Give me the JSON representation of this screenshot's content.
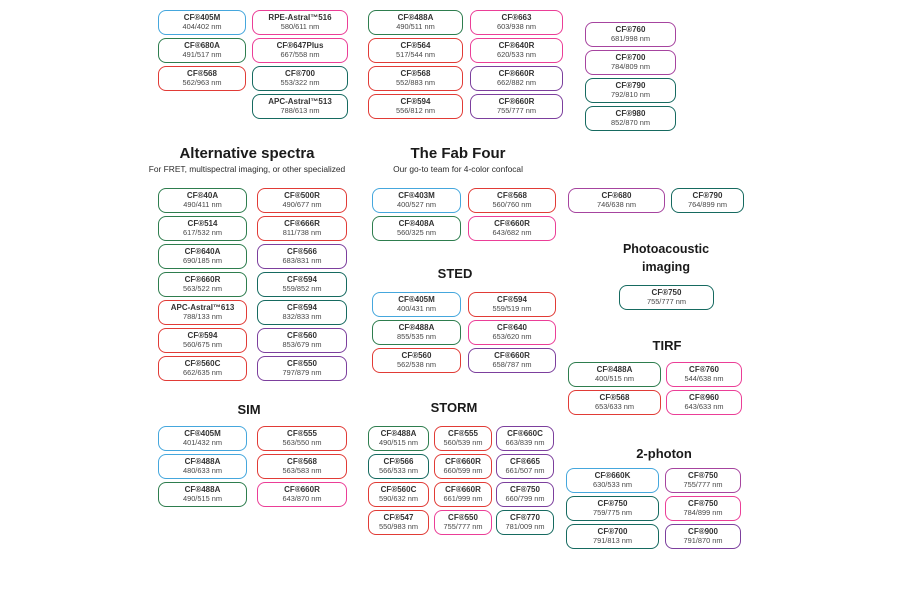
{
  "palette": {
    "blue": "#45a7dd",
    "green": "#2e7d4e",
    "red": "#e13b36",
    "pink": "#eb3e97",
    "teal": "#166a60",
    "purple": "#7c3f9d",
    "violet": "#a6449f"
  },
  "headers": {
    "alternative": {
      "title": "Alternative spectra",
      "subtitle": "For FRET, multispectral imaging, or other specialized"
    },
    "fabfour": {
      "title": "The Fab Four",
      "subtitle": "Our go-to team for 4-color confocal"
    },
    "sted": {
      "title": "STED"
    },
    "sim": {
      "title": "SIM"
    },
    "storm": {
      "title": "STORM"
    },
    "photoacoustic": {
      "title": "Photoacoustic imaging"
    },
    "tirf": {
      "title": "TIRF"
    },
    "twophoton": {
      "title": "2-photon"
    }
  },
  "columns": {
    "top1": [
      {
        "name": "CF®405M",
        "value": "404/402 nm",
        "color": "blue"
      },
      {
        "name": "CF®680A",
        "value": "491/517 nm",
        "color": "green"
      },
      {
        "name": "CF®568",
        "value": "562/963 nm",
        "color": "red"
      }
    ],
    "top2": [
      {
        "name": "RPE-Astral™516",
        "value": "580/611 nm",
        "color": "pink"
      },
      {
        "name": "CF®647Plus",
        "value": "667/558 nm",
        "color": "pink"
      },
      {
        "name": "CF®700",
        "value": "553/322 nm",
        "color": "teal"
      },
      {
        "name": "APC-Astral™513",
        "value": "788/613 nm",
        "color": "teal"
      }
    ],
    "top3": [
      {
        "name": "CF®488A",
        "value": "490/511 nm",
        "color": "green"
      },
      {
        "name": "CF®564",
        "value": "517/544 nm",
        "color": "red"
      },
      {
        "name": "CF®568",
        "value": "552/883 nm",
        "color": "red"
      },
      {
        "name": "CF®594",
        "value": "556/812 nm",
        "color": "red"
      }
    ],
    "top4": [
      {
        "name": "CF®663",
        "value": "603/938 nm",
        "color": "pink"
      },
      {
        "name": "CF®640R",
        "value": "620/533 nm",
        "color": "pink"
      },
      {
        "name": "CF®660R",
        "value": "662/882 nm",
        "color": "purple"
      },
      {
        "name": "CF®660R",
        "value": "755/777 nm",
        "color": "purple"
      }
    ],
    "top5": [
      {
        "name": "CF®760",
        "value": "681/998 nm",
        "color": "violet"
      },
      {
        "name": "CF®700",
        "value": "784/809 nm",
        "color": "violet"
      },
      {
        "name": "CF®790",
        "value": "792/810 nm",
        "color": "teal"
      },
      {
        "name": "CF®980",
        "value": "852/870 nm",
        "color": "teal"
      }
    ],
    "alt1": [
      {
        "name": "CF®40A",
        "value": "490/411 nm",
        "color": "green"
      },
      {
        "name": "CF®514",
        "value": "617/532 nm",
        "color": "green"
      },
      {
        "name": "CF®640A",
        "value": "690/185 nm",
        "color": "green"
      },
      {
        "name": "CF®660R",
        "value": "563/522 nm",
        "color": "green"
      },
      {
        "name": "APC-Astral™613",
        "value": "788/133 nm",
        "color": "red"
      },
      {
        "name": "CF®594",
        "value": "560/675 nm",
        "color": "red"
      },
      {
        "name": "CF®560C",
        "value": "662/635 nm",
        "color": "red"
      }
    ],
    "alt2": [
      {
        "name": "CF®500R",
        "value": "490/677 nm",
        "color": "red"
      },
      {
        "name": "CF®666R",
        "value": "811/738 nm",
        "color": "red"
      },
      {
        "name": "CF®566",
        "value": "683/831 nm",
        "color": "purple"
      },
      {
        "name": "CF®594",
        "value": "559/852 nm",
        "color": "teal"
      },
      {
        "name": "CF®594",
        "value": "832/833 nm",
        "color": "teal"
      },
      {
        "name": "CF®560",
        "value": "853/679 nm",
        "color": "purple"
      },
      {
        "name": "CF®550",
        "value": "797/879 nm",
        "color": "purple"
      }
    ],
    "fab1": [
      {
        "name": "CF®403M",
        "value": "400/527 nm",
        "color": "blue"
      },
      {
        "name": "CF®408A",
        "value": "560/325 nm",
        "color": "green"
      }
    ],
    "fab2": [
      {
        "name": "CF®568",
        "value": "560/760 nm",
        "color": "red"
      },
      {
        "name": "CF®660R",
        "value": "643/682 nm",
        "color": "pink"
      }
    ],
    "sted1": [
      {
        "name": "CF®405M",
        "value": "400/431 nm",
        "color": "blue"
      },
      {
        "name": "CF®488A",
        "value": "855/535 nm",
        "color": "green"
      },
      {
        "name": "CF®560",
        "value": "562/538 nm",
        "color": "red"
      }
    ],
    "sted2": [
      {
        "name": "CF®594",
        "value": "559/519 nm",
        "color": "red"
      },
      {
        "name": "CF®640",
        "value": "653/620 nm",
        "color": "pink"
      },
      {
        "name": "CF®660R",
        "value": "658/787 nm",
        "color": "purple"
      }
    ],
    "pairL": [
      {
        "name": "CF®680",
        "value": "746/638 nm",
        "color": "violet"
      }
    ],
    "pairR": [
      {
        "name": "CF®790",
        "value": "764/899 nm",
        "color": "teal"
      }
    ],
    "pa": [
      {
        "name": "CF®750",
        "value": "755/777 nm",
        "color": "teal"
      }
    ],
    "tirf1": [
      {
        "name": "CF®488A",
        "value": "400/515 nm",
        "color": "green"
      },
      {
        "name": "CF®568",
        "value": "653/633 nm",
        "color": "red"
      }
    ],
    "tirf2": [
      {
        "name": "CF®760",
        "value": "544/638 nm",
        "color": "pink"
      },
      {
        "name": "CF®960",
        "value": "643/633 nm",
        "color": "pink"
      }
    ],
    "sim1": [
      {
        "name": "CF®405M",
        "value": "401/432 nm",
        "color": "blue"
      },
      {
        "name": "CF®488A",
        "value": "480/633 nm",
        "color": "blue"
      },
      {
        "name": "CF®488A",
        "value": "490/515 nm",
        "color": "green"
      }
    ],
    "sim2": [
      {
        "name": "CF®555",
        "value": "563/550 nm",
        "color": "red"
      },
      {
        "name": "CF®568",
        "value": "563/583 nm",
        "color": "red"
      },
      {
        "name": "CF®660R",
        "value": "643/870 nm",
        "color": "pink"
      }
    ],
    "storm1": [
      {
        "name": "CF®488A",
        "value": "490/515 nm",
        "color": "green"
      },
      {
        "name": "CF®566",
        "value": "566/533 nm",
        "color": "teal"
      },
      {
        "name": "CF®560C",
        "value": "590/632 nm",
        "color": "red"
      },
      {
        "name": "CF®547",
        "value": "550/983 nm",
        "color": "red"
      }
    ],
    "storm2": [
      {
        "name": "CF®555",
        "value": "560/539 nm",
        "color": "red"
      },
      {
        "name": "CF®660R",
        "value": "660/599 nm",
        "color": "red"
      },
      {
        "name": "CF®660R",
        "value": "661/999 nm",
        "color": "red"
      },
      {
        "name": "CF®550",
        "value": "755/777 nm",
        "color": "pink"
      }
    ],
    "storm3": [
      {
        "name": "CF®660C",
        "value": "663/839 nm",
        "color": "purple"
      },
      {
        "name": "CF®665",
        "value": "661/507 nm",
        "color": "purple"
      },
      {
        "name": "CF®750",
        "value": "660/799 nm",
        "color": "purple"
      },
      {
        "name": "CF®770",
        "value": "781/009 nm",
        "color": "teal"
      }
    ],
    "twop1": [
      {
        "name": "CF®660K",
        "value": "630/533 nm",
        "color": "blue"
      },
      {
        "name": "CF®750",
        "value": "759/775 nm",
        "color": "teal"
      },
      {
        "name": "CF®700",
        "value": "791/813 nm",
        "color": "teal"
      }
    ],
    "twop2": [
      {
        "name": "CF®750",
        "value": "755/777 nm",
        "color": "violet"
      },
      {
        "name": "CF®750",
        "value": "784/899 nm",
        "color": "pink"
      },
      {
        "name": "CF®900",
        "value": "791/870 nm",
        "color": "purple"
      }
    ]
  }
}
